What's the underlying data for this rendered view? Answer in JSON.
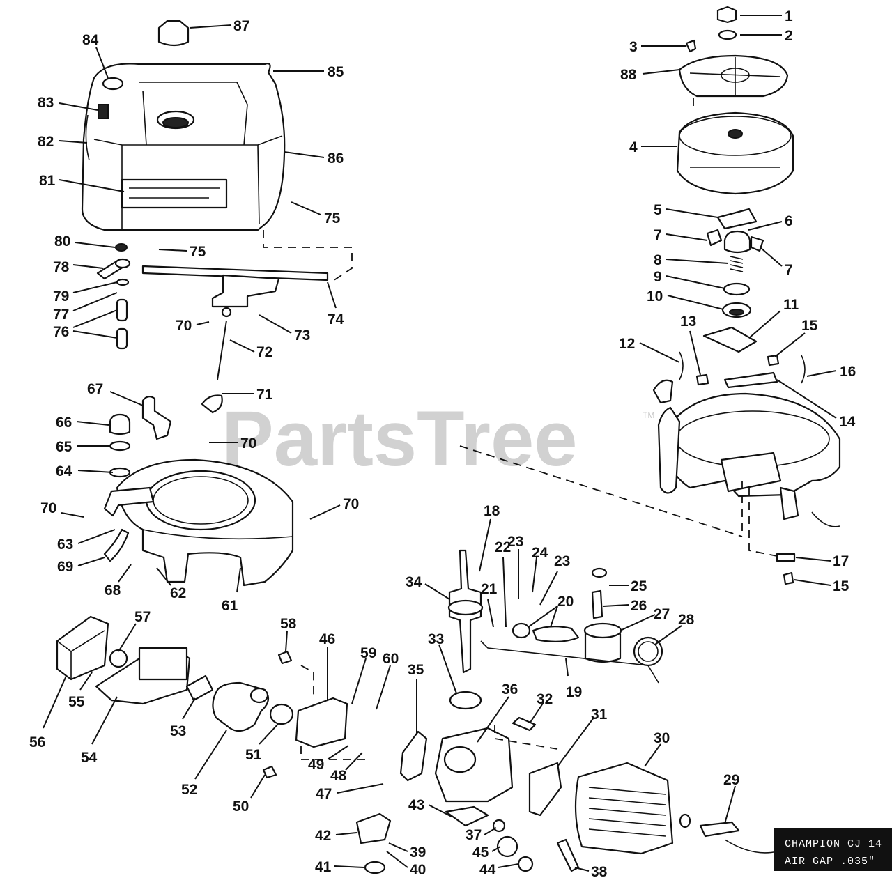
{
  "watermark": {
    "text": "PartsTree",
    "trademark": "TM"
  },
  "spark_plug_note": {
    "line1": "CHAMPION CJ 14",
    "line2": "AIR GAP .035\""
  },
  "callouts": [
    "1",
    "2",
    "3",
    "4",
    "5",
    "6",
    "7",
    "7",
    "8",
    "9",
    "10",
    "11",
    "12",
    "13",
    "14",
    "15",
    "15",
    "16",
    "17",
    "18",
    "19",
    "20",
    "21",
    "22",
    "23",
    "23",
    "24",
    "25",
    "26",
    "27",
    "28",
    "29",
    "30",
    "31",
    "32",
    "33",
    "34",
    "35",
    "36",
    "37",
    "38",
    "39",
    "40",
    "41",
    "42",
    "43",
    "44",
    "45",
    "46",
    "47",
    "48",
    "49",
    "50",
    "51",
    "52",
    "53",
    "54",
    "55",
    "56",
    "57",
    "58",
    "59",
    "60",
    "61",
    "62",
    "63",
    "64",
    "65",
    "66",
    "67",
    "68",
    "69",
    "70",
    "70",
    "70",
    "70",
    "71",
    "72",
    "73",
    "74",
    "75",
    "75",
    "76",
    "77",
    "78",
    "79",
    "80",
    "81",
    "82",
    "83",
    "84",
    "85",
    "86",
    "87",
    "88"
  ],
  "colors": {
    "ink": "#111111",
    "watermark": "#c9c9c9",
    "label_box": "#111111"
  }
}
